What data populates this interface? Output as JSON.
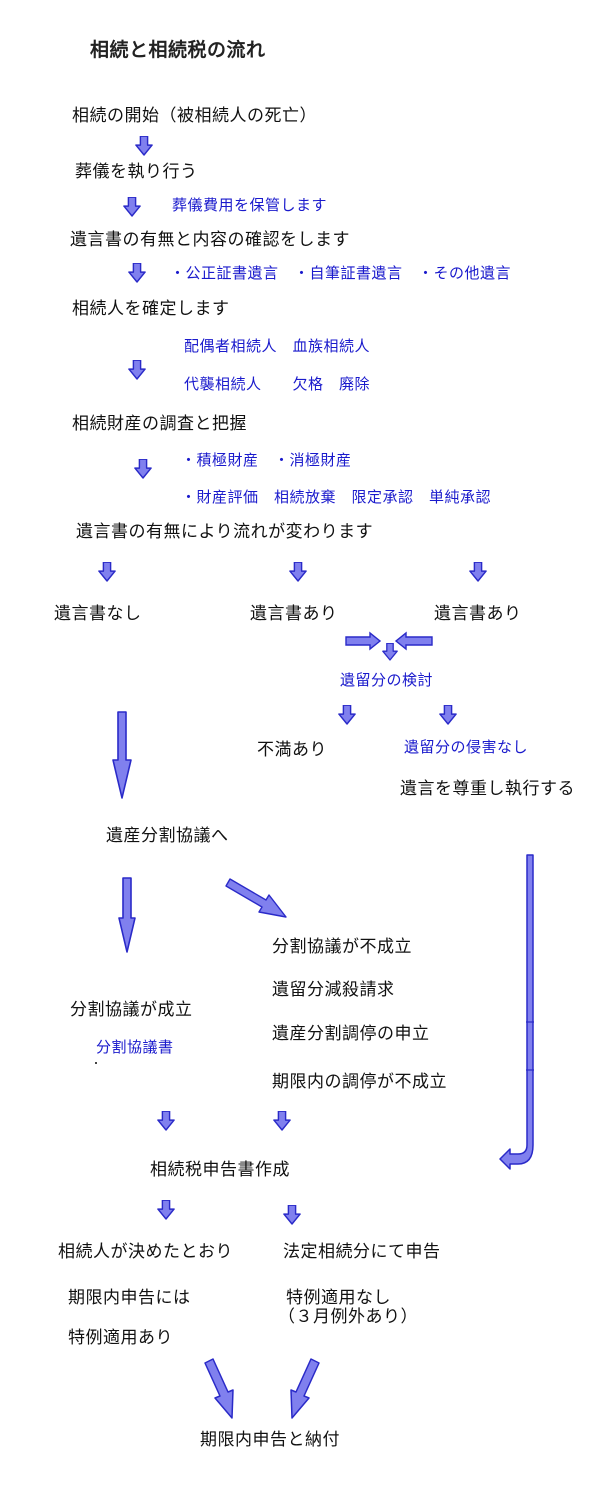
{
  "title": "相続と相続税の流れ",
  "steps": {
    "start": "相続の開始（被相続人の死亡）",
    "funeral": "葬儀を執り行う",
    "funeral_note": "葬儀費用を保管します",
    "will_check": "遺言書の有無と内容の確認をします",
    "will_types": "・公正証書遺言　・自筆証書遺言　・その他遺言",
    "heirs": "相続人を確定します",
    "heirs_note1": "配偶者相続人　血族相続人",
    "heirs_note2": "代襲相続人　　欠格　廃除",
    "property": "相続財産の調査と把握",
    "property_note1": "・積極財産　・消極財産",
    "property_note2": "・財産評価　相続放棄　限定承認　単純承認",
    "flow_change": "遺言書の有無により流れが変わります"
  },
  "branches": {
    "no_will": "遺言書なし",
    "will_a": "遺言書あり",
    "will_b": "遺言書あり",
    "reserved_review": "遺留分の検討",
    "dissatisfied": "不満あり",
    "no_infringement": "遺留分の侵害なし",
    "execute_will": "遺言を尊重し執行する"
  },
  "division": {
    "to_division": "遺産分割協議へ",
    "failed": "分割協議が不成立",
    "claim": "遺留分減殺請求",
    "mediation": "遺産分割調停の申立",
    "mediation_failed": "期限内の調停が不成立",
    "agreed": "分割協議が成立",
    "agreement_doc": "分割協議書"
  },
  "tax": {
    "return": "相続税申告書作成",
    "as_decided": "相続人が決めたとおり",
    "statutory": "法定相続分にて申告",
    "in_time_1": "期限内申告には",
    "in_time_2": "特例適用あり",
    "no_special_1": "特例適用なし",
    "no_special_2": "（３月例外あり）",
    "final": "期限内申告と納付"
  },
  "colors": {
    "arrow_fill": "#8080ee",
    "arrow_stroke": "#2a2ac8",
    "note_text": "#1a1acc"
  }
}
